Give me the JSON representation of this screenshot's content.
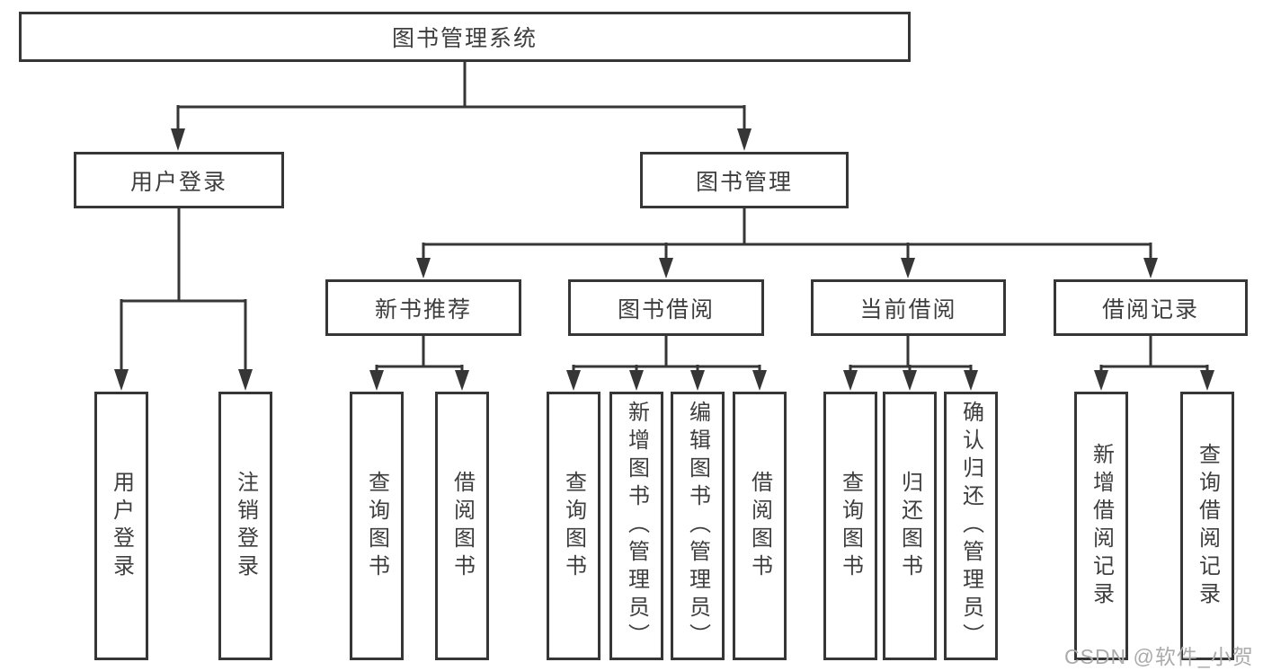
{
  "colors": {
    "background": "#ffffff",
    "line": "#363636",
    "box_border": "#363636",
    "text": "#3e3e3e",
    "watermark": "#ababab"
  },
  "watermark": {
    "text": "CSDN @软件_小贺同学"
  },
  "tree": {
    "root": {
      "label": "图书管理系统",
      "children": [
        {
          "label": "用户登录",
          "children": [
            {
              "label": "用户登录"
            },
            {
              "label": "注销登录"
            }
          ]
        },
        {
          "label": "图书管理",
          "children": [
            {
              "label": "新书推荐",
              "children": [
                {
                  "label": "查询图书"
                },
                {
                  "label": "借阅图书"
                }
              ]
            },
            {
              "label": "图书借阅",
              "children": [
                {
                  "label": "查询图书"
                },
                {
                  "label": "新增图书（管理员）"
                },
                {
                  "label": "编辑图书（管理员）"
                },
                {
                  "label": "借阅图书"
                }
              ]
            },
            {
              "label": "当前借阅",
              "children": [
                {
                  "label": "查询图书"
                },
                {
                  "label": "归还图书"
                },
                {
                  "label": "确认归还（管理员）"
                }
              ]
            },
            {
              "label": "借阅记录",
              "children": [
                {
                  "label": "新增借阅记录"
                },
                {
                  "label": "查询借阅记录"
                }
              ]
            }
          ]
        }
      ]
    }
  }
}
